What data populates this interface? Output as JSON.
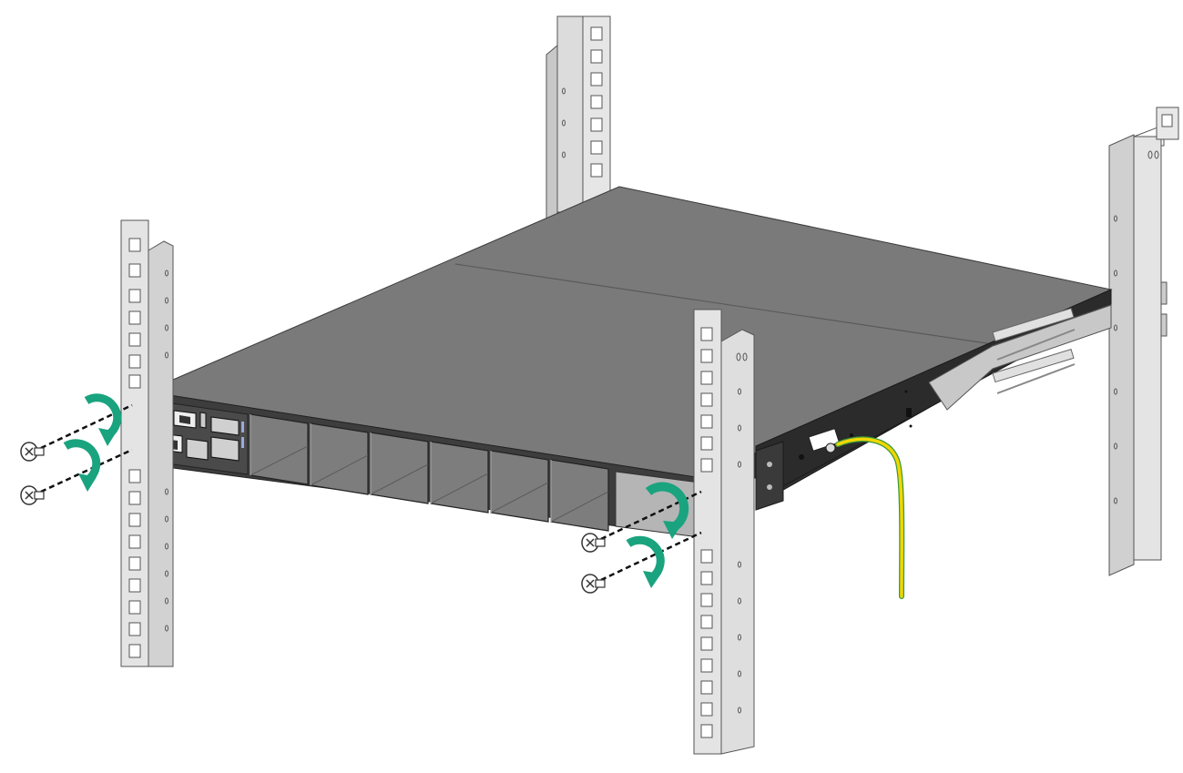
{
  "figure": {
    "type": "installation-diagram",
    "colors": {
      "device_top": "#7a7a7a",
      "device_side": "#2e2e2e",
      "device_front": "#9a9a9a",
      "rail": "#dcdcdc",
      "rail_outline": "#555555",
      "slide_rail": "#c8c8c8",
      "rotation_arrow": "#1aa37f",
      "ground_cable": "#f2d600",
      "ground_cable_stripe": "#3a9a3a",
      "screw_outline": "#333333"
    },
    "icons": {
      "rotation": "clockwise-arrow-icon",
      "screw": "screw-icon",
      "ground": "ground-icon"
    },
    "counts": {
      "front_screws": 4,
      "card_slots": 6,
      "rack_posts": 4
    }
  }
}
